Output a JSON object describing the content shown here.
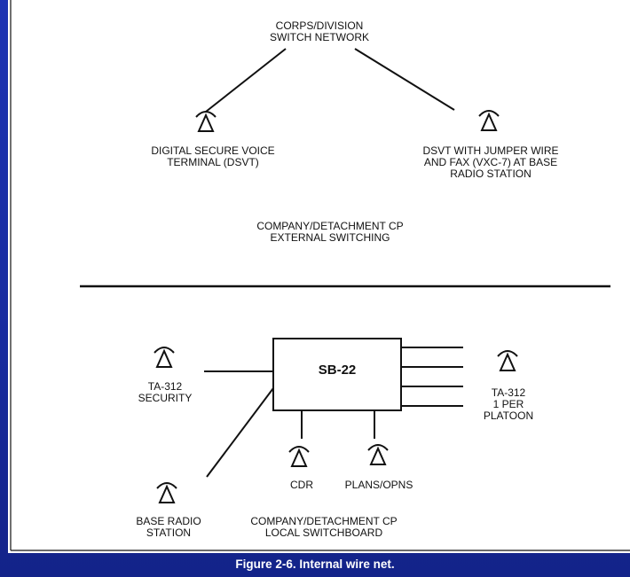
{
  "diagram": {
    "network_label": "CORPS/DIVISION\nSWITCH NETWORK",
    "dsvt_label": "DIGITAL SECURE VOICE\nTERMINAL (DSVT)",
    "dsvt_fax_label": "DSVT WITH JUMPER WIRE\nAND FAX (VXC-7) AT BASE\nRADIO STATION",
    "external_label": "COMPANY/DETACHMENT CP\nEXTERNAL SWITCHING",
    "switchboard_label": "SB-22",
    "ta312_security_label": "TA-312\nSECURITY",
    "ta312_platoon_label": "TA-312\n1 PER\nPLATOON",
    "cdr_label": "CDR",
    "plans_label": "PLANS/OPNS",
    "base_radio_label": "BASE RADIO\nSTATION",
    "local_label": "COMPANY/DETACHMENT CP\nLOCAL SWITCHBOARD"
  },
  "caption": "Figure 2-6. Internal wire net.",
  "icons": [
    "telephone-icon"
  ],
  "colors": {
    "background": "#1a2fa8",
    "paper": "#ffffff",
    "ink": "#111111",
    "caption": "#ffffff"
  }
}
